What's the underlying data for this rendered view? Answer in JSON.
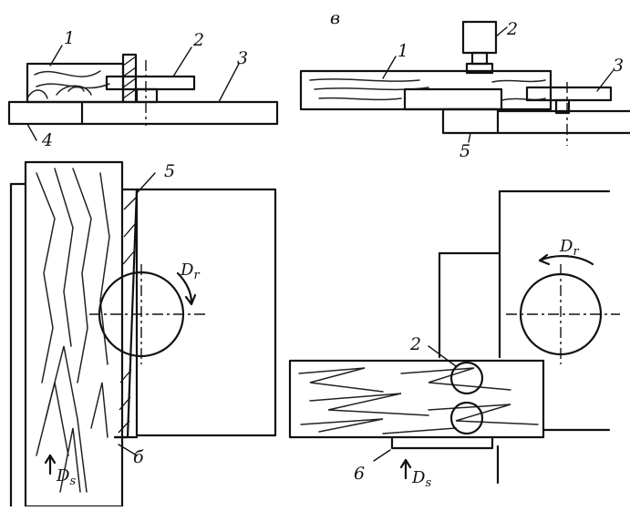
{
  "labels": {
    "left_top": {
      "1": "1",
      "2": "2",
      "3": "3",
      "4": "4"
    },
    "left_bottom": {
      "5": "5",
      "6": "б",
      "ds": "D",
      "ds_sub": "s",
      "dr": "D",
      "dr_sub": "r"
    },
    "right_heading": "в",
    "right_top": {
      "1": "1",
      "2": "2",
      "3": "3",
      "5": "5"
    },
    "right_bottom": {
      "2": "2",
      "6": "6",
      "ds": "D",
      "ds_sub": "s",
      "dr": "D",
      "dr_sub": "r"
    }
  }
}
